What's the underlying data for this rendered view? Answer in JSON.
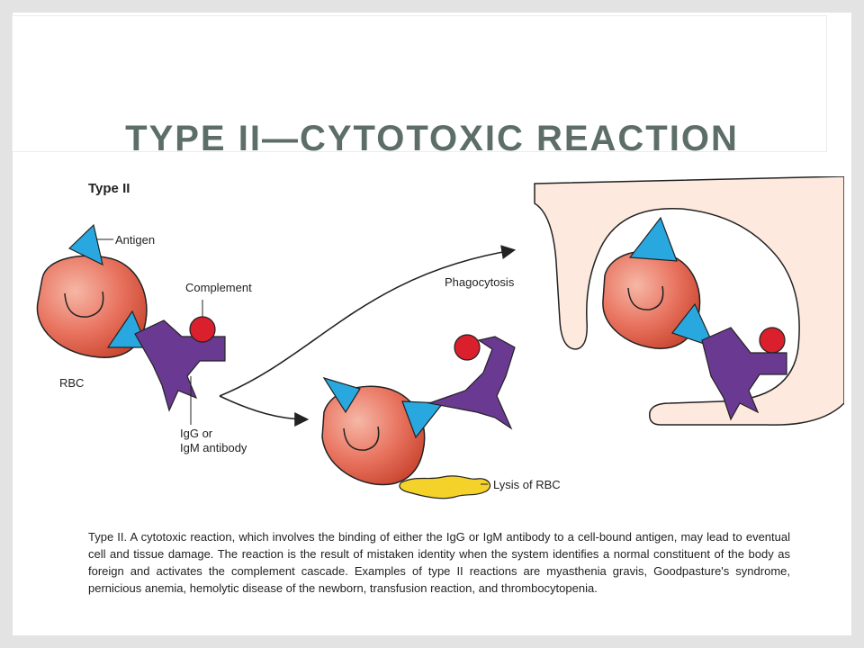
{
  "slide": {
    "title": "TYPE II—CYTOTOXIC REACTION"
  },
  "figure": {
    "panel_label": "Type II",
    "labels": {
      "antigen": "Antigen",
      "complement": "Complement",
      "rbc": "RBC",
      "antibody_line1": "IgG or",
      "antibody_line2": "IgM antibody",
      "phagocytosis": "Phagocytosis",
      "lysis": "Lysis of RBC"
    },
    "caption": "Type II. A cytotoxic reaction, which involves the binding of either the IgG or IgM antibody to a cell-bound antigen, may lead to eventual cell and tissue damage. The reaction is the result of mistaken identity when the system identifies a normal constituent of the body as foreign and activates the complement cascade. Examples of type II reactions are myasthenia gravis, Goodpasture's syndrome, pernicious anemia, hemolytic disease of the newborn, transfusion reaction, and thrombocytopenia."
  },
  "colors": {
    "title_text": "#5d6e68",
    "rbc_fill": "#e8735f",
    "antigen_fill": "#29a8df",
    "antibody_fill": "#6a3a92",
    "complement_fill": "#d9202c",
    "phagocyte_fill": "#fde9de",
    "lysis_fill": "#f5d22a"
  }
}
